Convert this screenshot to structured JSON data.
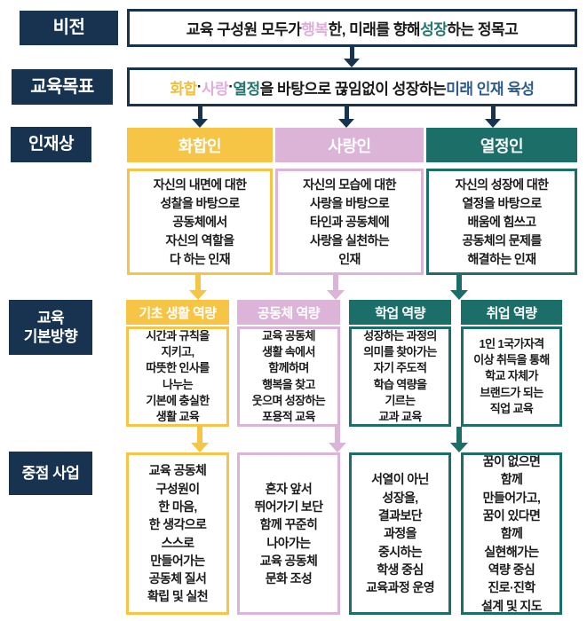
{
  "colors": {
    "navy": "#17334F",
    "yellow": "#F6C546",
    "pink": "#DBB4D8",
    "teal": "#1C6E69",
    "dark_text": "#1A1A1A",
    "yellow_text": "#F2BE3C",
    "pink_text": "#DFAEDA",
    "teal_text": "#23756E",
    "blue_text": "#2E5C8C"
  },
  "vision": {
    "label": "비전",
    "parts": [
      {
        "text": "교육 구성원 모두가 ",
        "color": "dark"
      },
      {
        "text": "행복",
        "color": "pink"
      },
      {
        "text": "한, 미래를 향해 ",
        "color": "dark"
      },
      {
        "text": "성장",
        "color": "teal"
      },
      {
        "text": "하는 정목고",
        "color": "dark"
      }
    ]
  },
  "goal": {
    "label": "교육목표",
    "parts": [
      {
        "text": "화합",
        "color": "yellow"
      },
      {
        "text": "·",
        "color": "dark"
      },
      {
        "text": "사랑",
        "color": "pink"
      },
      {
        "text": "·",
        "color": "dark"
      },
      {
        "text": "열정",
        "color": "teal"
      },
      {
        "text": "을 바탕으로 끊임없이 성장하는 ",
        "color": "dark"
      },
      {
        "text": "미래 인재 육성",
        "color": "blue"
      }
    ]
  },
  "talent": {
    "label": "인재상",
    "columns": [
      {
        "title": "화합인",
        "theme": "yellow",
        "desc": "자신의 내면에 대한\n성찰을 바탕으로\n공동체에서\n자신의 역할을\n다 하는 인재"
      },
      {
        "title": "사랑인",
        "theme": "pink",
        "desc": "자신의 모습에 대한\n사랑을 바탕으로\n타인과 공동체에\n사랑을 실천하는\n인재"
      },
      {
        "title": "열정인",
        "theme": "teal",
        "desc": "자신의 성장에 대한\n열정을 바탕으로\n배움에 힘쓰고\n공동체의 문제를\n해결하는 인재"
      }
    ]
  },
  "direction": {
    "label": "교육\n기본방향",
    "columns": [
      {
        "title": "기초 생활 역량",
        "theme": "yellow",
        "desc": "시간과 규칙을\n지키고,\n따뜻한 인사를\n나누는\n기본에 충실한\n생활 교육"
      },
      {
        "title": "공동체 역량",
        "theme": "pink",
        "desc": "교육 공동체\n생활 속에서\n함께하며\n행복을 찾고\n웃으며 성장하는\n포용적 교육"
      },
      {
        "title": "학업 역량",
        "theme": "teal",
        "desc": "성장하는 과정의\n의미를 찾아가는\n자기 주도적\n학습 역량을\n기르는\n교과 교육"
      },
      {
        "title": "취업 역량",
        "theme": "teal",
        "desc": "1인 1국가자격\n이상 취득을 통해\n학교 자체가\n브랜드가 되는\n직업 교육"
      }
    ]
  },
  "projects": {
    "label": "중점 사업",
    "items": [
      {
        "theme": "yellow",
        "desc": "교육 공동체\n구성원이\n한 마음,\n한 생각으로\n스스로\n만들어가는\n공동체 질서\n확립 및 실천"
      },
      {
        "theme": "pink",
        "desc": "혼자 앞서\n뛰어가기 보단\n함께 꾸준히\n나아가는\n교육 공동체\n문화 조성"
      },
      {
        "theme": "teal",
        "desc": "서열이 아닌\n성장을,\n결과보단\n과정을\n중시하는\n학생 중심\n교육과정 운영"
      },
      {
        "theme": "teal",
        "desc": "꿈이 없으면\n함께\n만들어가고,\n꿈이 있다면\n함께\n실현해가는\n역량 중심\n진로·진학\n설계 및 지도"
      }
    ]
  }
}
